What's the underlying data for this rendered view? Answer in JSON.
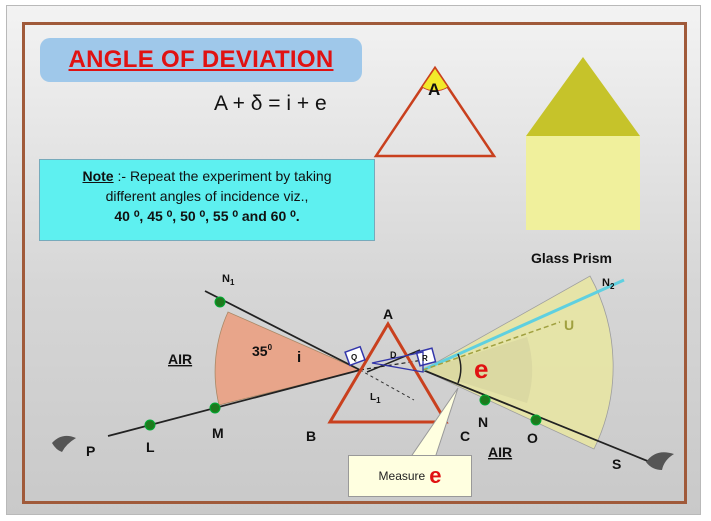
{
  "title": "ANGLE OF DEVIATION",
  "formula": "A + δ = i + e",
  "note": {
    "label": "Note",
    "line1_rest": " :- Repeat the experiment by taking",
    "line2": "different angles of incidence viz.,",
    "angles": "40 ⁰, 45 ⁰, 50 ⁰, 55 ⁰ and 60 ⁰."
  },
  "prism_icon_label": "A",
  "glass_prism_label": "Glass Prism",
  "diagram_labels": {
    "N1": "N",
    "N1_sub": "1",
    "N2": "N",
    "N2_sub": "2",
    "air_left": "AIR",
    "air_right": "AIR",
    "angle_35": "35",
    "angle_35_sup": "0",
    "angle_i": "i",
    "A": "A",
    "B": "B",
    "C": "C",
    "Q": "Q",
    "R": "R",
    "D": "D",
    "L1": "L",
    "L1_sub": "1",
    "U": "U",
    "e": "e",
    "P": "P",
    "L": "L",
    "M": "M",
    "N": "N",
    "O": "O",
    "S": "S"
  },
  "measure": {
    "text": "Measure",
    "symbol": "e"
  },
  "colors": {
    "title_text": "#e01212",
    "title_bg": "#9fc8ea",
    "note_bg": "#5ef0f0",
    "frame": "#a05a3a",
    "prism_outline": "#c9401e",
    "prism_fill": "#c6c32a",
    "incidence_sector": "#e8a58a",
    "emergence_sector": "#e8e6a4",
    "emergent_ray": "#5fd0e0"
  }
}
